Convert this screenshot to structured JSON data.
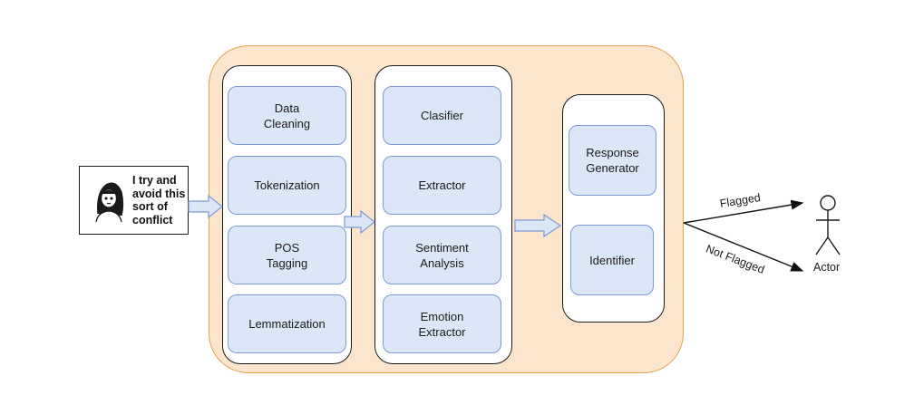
{
  "input": {
    "quote": "I try and\navoid this\nsort of\nconflict",
    "avatar_icon": "woman-avatar-icon"
  },
  "preprocessing": {
    "steps": [
      "Data\nCleaning",
      "Tokenization",
      "POS\nTagging",
      "Lemmatization"
    ]
  },
  "analysis": {
    "steps": [
      "Clasifier",
      "Extractor",
      "Sentiment\nAnalysis",
      "Emotion\nExtractor"
    ]
  },
  "output": {
    "steps": [
      "Response\nGenerator",
      "Identifier"
    ]
  },
  "edges": {
    "flagged": "Flagged",
    "not_flagged": "Not Flagged"
  },
  "actor": {
    "label": "Actor"
  },
  "colors": {
    "container_fill": "#fbe6cd",
    "container_border": "#e2a452",
    "box_fill": "#dbe6f7",
    "box_border": "#7d9ad2"
  }
}
